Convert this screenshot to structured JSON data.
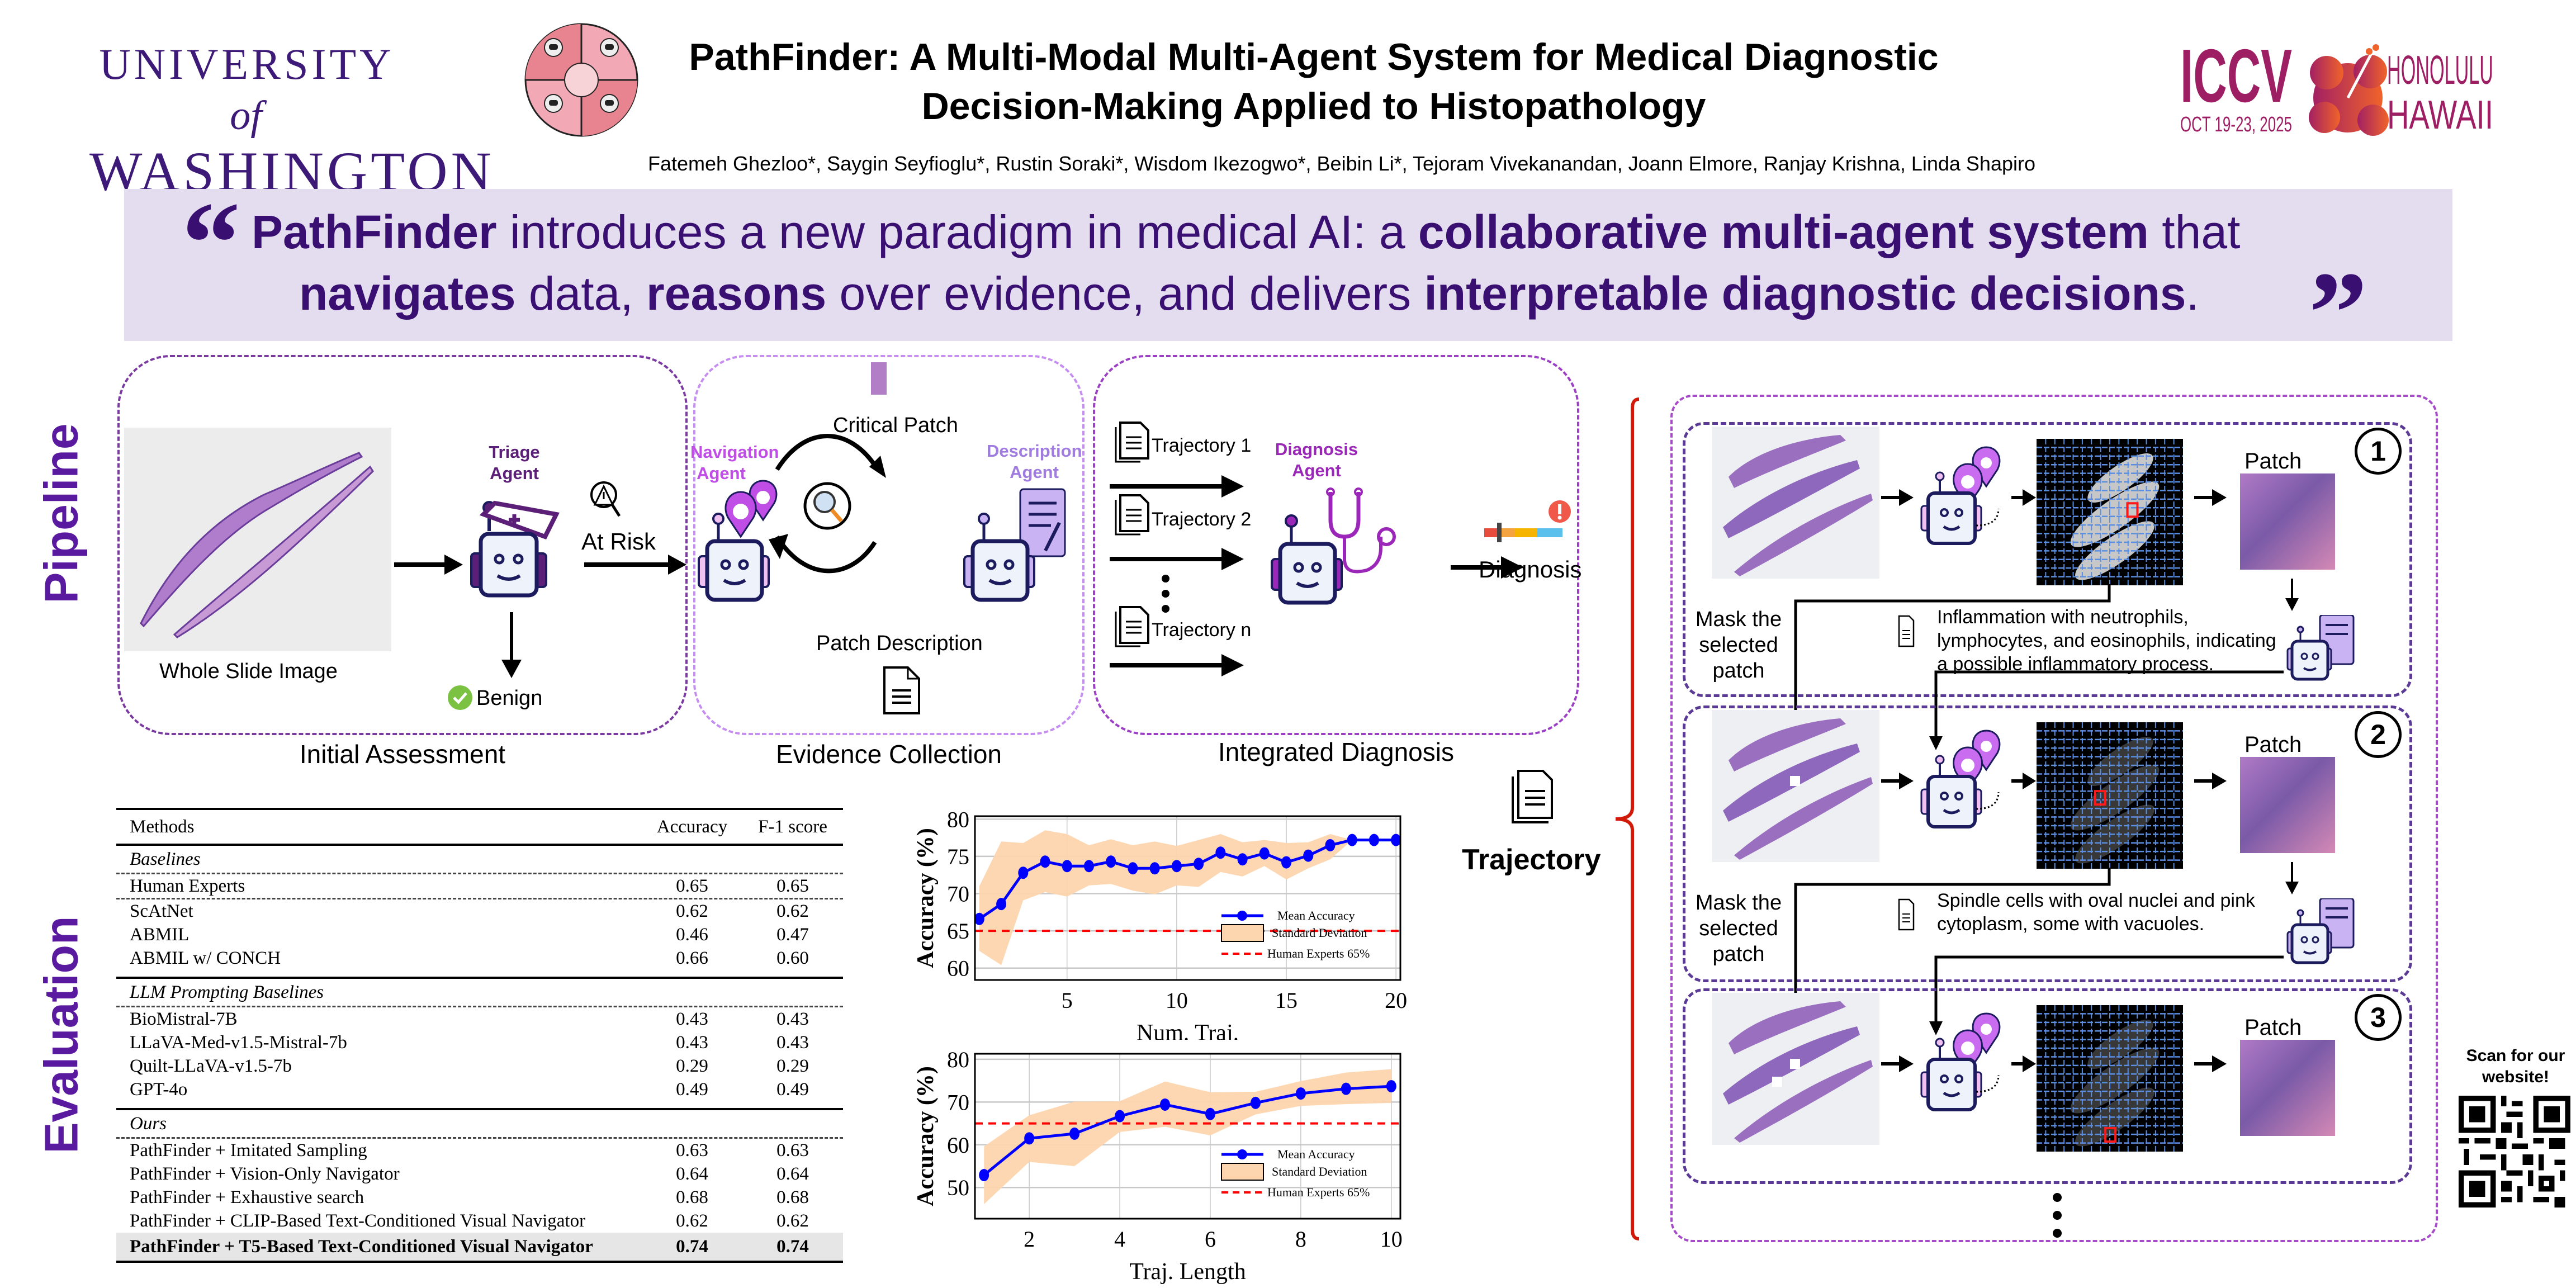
{
  "header": {
    "university_line1": "UNIVERSITY",
    "university_of": "of",
    "university_line2": "WASHINGTON",
    "title_line1": "PathFinder: A Multi-Modal Multi-Agent System for Medical Diagnostic",
    "title_line2": "Decision-Making Applied to Histopathology",
    "authors": "Fatemeh Ghezloo*, Saygin Seyfioglu*, Rustin Soraki*, Wisdom Ikezogwo*, Beibin Li*, Tejoram Vivekanandan, Joann Elmore, Ranjay Krishna, Linda Shapiro",
    "conference": {
      "name": "ICCV",
      "dates": "OCT 19-23, 2025",
      "city": "HONOLULU",
      "state": "HAWAII"
    }
  },
  "quote": {
    "open_mark": "“",
    "close_mark": "”",
    "seg1_bold": "PathFinder",
    "seg2": " introduces a new paradigm in medical AI: a ",
    "seg3_bold": "collaborative multi-agent system",
    "seg4": " that",
    "seg5_bold": "navigates",
    "seg6": " data, ",
    "seg7_bold": "reasons",
    "seg8": " over evidence, and delivers ",
    "seg9_bold": "interpretable diagnostic decisions",
    "seg10": "."
  },
  "side_labels": {
    "pipeline": "Pipeline",
    "evaluation": "Evaluation"
  },
  "pipeline": {
    "initial": {
      "caption": "Initial Assessment",
      "wsi_label": "Whole Slide Image",
      "agent_line1": "Triage",
      "agent_line2": "Agent",
      "at_risk": "At Risk",
      "benign": "Benign"
    },
    "evidence": {
      "caption": "Evidence Collection",
      "critical_patch": "Critical Patch",
      "patch_description": "Patch Description",
      "nav_line1": "Navigation",
      "nav_line2": "Agent",
      "desc_line1": "Description",
      "desc_line2": "Agent"
    },
    "integrated": {
      "caption": "Integrated Diagnosis",
      "trajectories": [
        "Trajectory 1",
        "Trajectory 2",
        "Trajectory n"
      ],
      "agent_line1": "Diagnosis",
      "agent_line2": "Agent",
      "diagnosis": "Diagnosis"
    },
    "colors": {
      "triage": "#5b1f78",
      "navigation": "#c04ee6",
      "description": "#a07ce0",
      "diagnosis": "#9b27b8"
    }
  },
  "table": {
    "headers": [
      "Methods",
      "Accuracy",
      "F-1 score"
    ],
    "groups": [
      {
        "name": "Baselines",
        "rows": [
          {
            "method": "Human Experts",
            "accuracy": "0.65",
            "f1": "0.65"
          },
          {
            "method": "ScAtNet",
            "accuracy": "0.62",
            "f1": "0.62"
          },
          {
            "method": "ABMIL",
            "accuracy": "0.46",
            "f1": "0.47"
          },
          {
            "method": "ABMIL w/ CONCH",
            "accuracy": "0.66",
            "f1": "0.60"
          }
        ]
      },
      {
        "name": "LLM Prompting Baselines",
        "rows": [
          {
            "method": "BioMistral-7B",
            "accuracy": "0.43",
            "f1": "0.43"
          },
          {
            "method": "LLaVA-Med-v1.5-Mistral-7b",
            "accuracy": "0.43",
            "f1": "0.43"
          },
          {
            "method": "Quilt-LLaVA-v1.5-7b",
            "accuracy": "0.29",
            "f1": "0.29"
          },
          {
            "method": "GPT-4o",
            "accuracy": "0.49",
            "f1": "0.49"
          }
        ]
      },
      {
        "name": "Ours",
        "rows": [
          {
            "method": "PathFinder + Imitated Sampling",
            "accuracy": "0.63",
            "f1": "0.63"
          },
          {
            "method": "PathFinder + Vision-Only Navigator",
            "accuracy": "0.64",
            "f1": "0.64"
          },
          {
            "method": "PathFinder + Exhaustive search",
            "accuracy": "0.68",
            "f1": "0.68"
          },
          {
            "method": "PathFinder + CLIP-Based Text-Conditioned Visual Navigator",
            "accuracy": "0.62",
            "f1": "0.62"
          },
          {
            "method": "PathFinder + T5-Based Text-Conditioned Visual Navigator",
            "accuracy": "0.74",
            "f1": "0.74",
            "highlight": true
          }
        ]
      }
    ]
  },
  "chart_data": [
    {
      "type": "line",
      "title": "",
      "xlabel": "Num. Traj.",
      "ylabel": "Accuracy (%)",
      "x": [
        1,
        2,
        3,
        4,
        5,
        6,
        7,
        8,
        9,
        10,
        11,
        12,
        13,
        14,
        15,
        16,
        17,
        18,
        19,
        20
      ],
      "series": [
        {
          "name": "Mean Accuracy",
          "color": "#0000ff",
          "values": [
            66.6,
            68.6,
            72.8,
            74.3,
            73.7,
            73.7,
            74.3,
            73.4,
            73.4,
            73.7,
            74.0,
            75.5,
            74.6,
            75.4,
            74.2,
            75.1,
            76.5,
            77.2,
            77.2,
            77.2
          ]
        },
        {
          "name": "Standard Deviation",
          "color": "#fdd5ae",
          "type": "band",
          "upper": [
            71.0,
            77.0,
            76.8,
            78.5,
            78.0,
            76.5,
            77.3,
            76.5,
            77.0,
            76.4,
            77.2,
            78.0,
            76.9,
            77.2,
            76.8,
            76.9,
            78.0,
            77.2,
            77.2,
            77.2
          ],
          "lower": [
            62.3,
            60.4,
            69.1,
            70.2,
            69.6,
            71.1,
            71.3,
            70.4,
            69.9,
            71.1,
            70.9,
            72.9,
            72.3,
            73.7,
            71.9,
            73.4,
            74.6,
            77.2,
            77.2,
            77.2
          ]
        },
        {
          "name": "Human Experts 65%",
          "color": "#ff0000",
          "type": "hline",
          "value": 65
        }
      ],
      "xticks": [
        5,
        10,
        15,
        20
      ],
      "yticks": [
        60,
        65,
        70,
        75,
        80
      ],
      "xlim": [
        0.8,
        20.2
      ],
      "ylim": [
        58.4,
        80.4
      ],
      "grid": true,
      "legend": "bottom-right"
    },
    {
      "type": "line",
      "title": "",
      "xlabel": "Traj. Length",
      "ylabel": "Accuracy (%)",
      "x": [
        1,
        2,
        3,
        4,
        5,
        6,
        7,
        8,
        9,
        10
      ],
      "series": [
        {
          "name": "Mean Accuracy",
          "color": "#0000ff",
          "values": [
            52.9,
            61.5,
            62.6,
            66.7,
            69.4,
            67.2,
            69.8,
            72.0,
            73.1,
            73.7
          ]
        },
        {
          "name": "Standard Deviation",
          "color": "#fdd5ae",
          "type": "band",
          "upper": [
            59.6,
            66.9,
            70.1,
            70.2,
            74.8,
            72.3,
            72.4,
            74.9,
            76.9,
            77.7
          ],
          "lower": [
            46.1,
            56.0,
            55.0,
            63.0,
            64.2,
            62.2,
            67.1,
            69.1,
            69.5,
            69.8
          ]
        },
        {
          "name": "Human Experts 65%",
          "color": "#ff0000",
          "type": "hline",
          "value": 65
        }
      ],
      "xticks": [
        2,
        4,
        6,
        8,
        10
      ],
      "yticks": [
        50,
        60,
        70,
        80
      ],
      "xlim": [
        0.8,
        10.2
      ],
      "ylim": [
        42.7,
        81.3
      ],
      "grid": true,
      "legend": "bottom-right"
    }
  ],
  "trajectory": {
    "label": "Trajectory",
    "steps": [
      {
        "number": "1",
        "patch_label": "Patch",
        "mask_line1": "Mask the",
        "mask_line2": "selected",
        "mask_line3": "patch",
        "description": "Inflammation with neutrophils, lymphocytes, and eosinophils, indicating a possible inflammatory process."
      },
      {
        "number": "2",
        "patch_label": "Patch",
        "mask_line1": "Mask the",
        "mask_line2": "selected",
        "mask_line3": "patch",
        "description": "Spindle cells with oval nuclei and pink cytoplasm, some with vacuoles."
      },
      {
        "number": "3",
        "patch_label": "Patch"
      }
    ]
  },
  "qr": {
    "label_line1": "Scan for our",
    "label_line2": "website!"
  }
}
